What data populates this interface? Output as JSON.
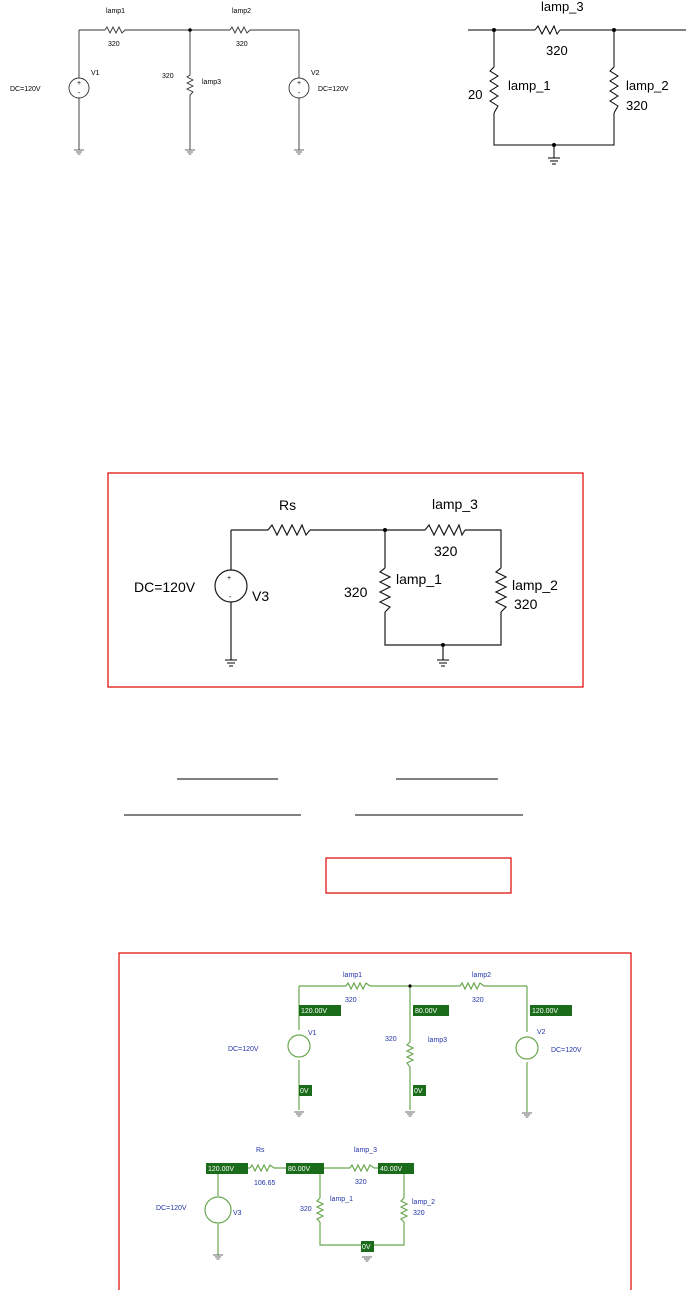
{
  "circuit_a": {
    "r1_name": "lamp1",
    "r1_value": "320",
    "r2_name": "lamp2",
    "r2_value": "320",
    "r3_name": "lamp3",
    "r3_value": "320",
    "v1_name": "V1",
    "v1_value": "DC=120V",
    "v2_name": "V2",
    "v2_value": "DC=120V"
  },
  "circuit_b": {
    "top_name": "lamp_3",
    "top_value": "320",
    "left_name": "lamp_1",
    "left_value": "20",
    "right_name": "lamp_2",
    "right_value": "320"
  },
  "circuit_c": {
    "rs_name": "Rs",
    "top_name": "lamp_3",
    "top_value": "320",
    "left_name": "lamp_1",
    "left_value": "320",
    "right_name": "lamp_2",
    "right_value": "320",
    "v_name": "V3",
    "v_value": "DC=120V",
    "plus": "+",
    "minus": "-"
  },
  "sim_a": {
    "r1_name": "lamp1",
    "r1_value": "320",
    "r2_name": "lamp2",
    "r2_value": "320",
    "r3_name": "lamp3",
    "r3_value": "320",
    "v1_name": "V1",
    "v1_value": "DC=120V",
    "v2_name": "V2",
    "v2_value": "DC=120V",
    "volt_left": "120.00V",
    "volt_mid": "80.00V",
    "volt_right": "120.00V",
    "volt_gnd_left": "0V",
    "volt_gnd_mid": "0V"
  },
  "sim_b": {
    "rs_name": "Rs",
    "rs_value": "106.65",
    "top_name": "lamp_3",
    "top_value": "320",
    "left_name": "lamp_1",
    "left_value": "320",
    "right_name": "lamp_2",
    "right_value": "320",
    "v_name": "V3",
    "v_value": "DC=120V",
    "volt_src": "120.00V",
    "volt_node": "80.00V",
    "volt_right": "40.00V",
    "volt_gnd": "0V"
  }
}
